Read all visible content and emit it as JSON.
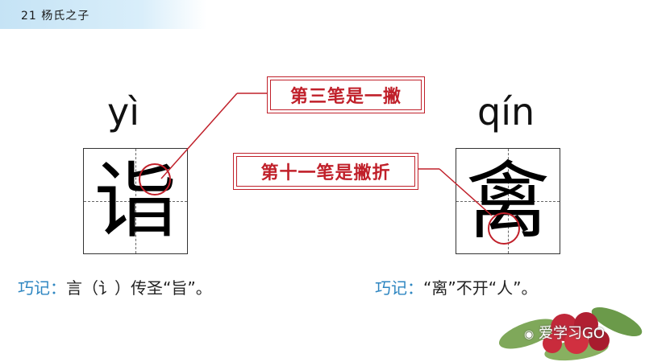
{
  "header": {
    "title": "21  杨氏之子"
  },
  "left_char": {
    "pinyin": "yì",
    "character": "诣",
    "callout": "第三笔是一撇",
    "mnemonic_label": "巧记：",
    "mnemonic_text": "言（讠）传圣“旨”。"
  },
  "right_char": {
    "pinyin": "qín",
    "character": "禽",
    "callout": "第十一笔是撇折",
    "mnemonic_label": "巧记：",
    "mnemonic_text": "“离”不开“人”。"
  },
  "watermark": {
    "text": "爱学习GO"
  },
  "colors": {
    "accent_red": "#c0202a",
    "label_blue": "#2e86c1",
    "header_blue": "#c5e3f5"
  }
}
